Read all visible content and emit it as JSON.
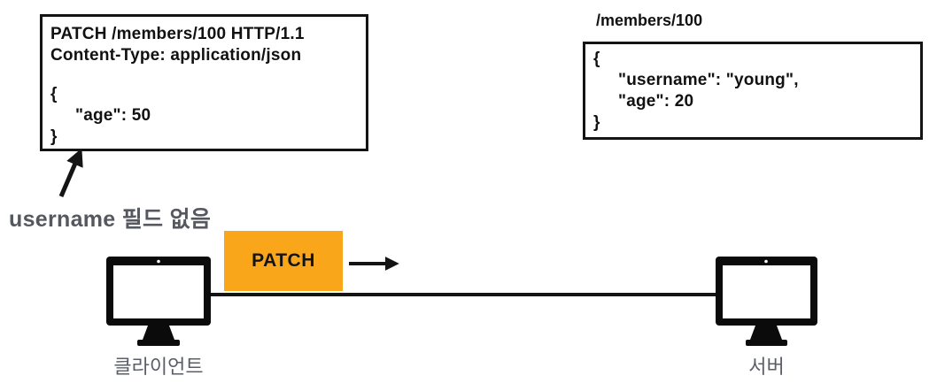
{
  "request_box": {
    "request_line": "PATCH /members/100 HTTP/1.1",
    "content_type_line": "Content-Type: application/json",
    "body_open": "{",
    "body_field": "\"age\": 50",
    "body_close": "}"
  },
  "annotation": {
    "text": "username 필드 없음"
  },
  "resource": {
    "path_label": "/members/100",
    "body_open": "{",
    "body_line_1": "\"username\": \"young\",",
    "body_line_2": "\"age\": 20",
    "body_close": "}"
  },
  "transfer": {
    "method": "PATCH"
  },
  "nodes": {
    "client_label": "클라이언트",
    "server_label": "서버"
  },
  "colors": {
    "method_bg": "#F9A61A",
    "muted_text": "#55585E",
    "stroke": "#141414"
  }
}
